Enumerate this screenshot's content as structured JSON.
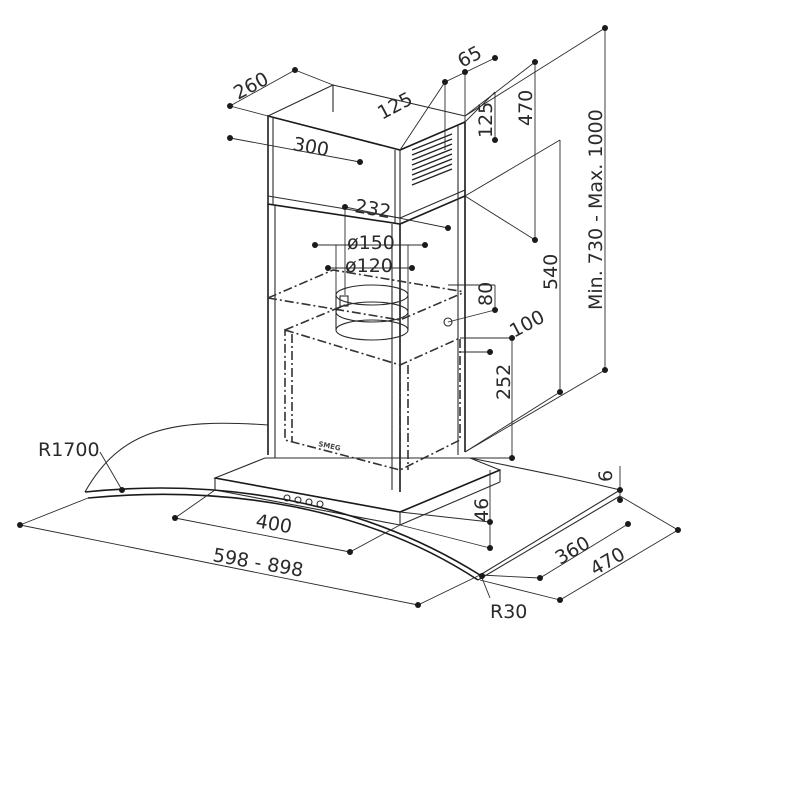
{
  "dimensions": {
    "chimney_depth": "260",
    "chimney_width": "300",
    "vent_offset": "125",
    "vent_width": "65",
    "vent_height": "125",
    "upper_chimney": "470",
    "outlet_offset": "232",
    "outlet_outer_diameter": "ø150",
    "outlet_inner_diameter": "ø120",
    "collar_height": "80",
    "motor_offset": "100",
    "body_height": "540",
    "total_height": "Min. 730 - Max. 1000",
    "motor_height": "252",
    "glass_radius": "R1700",
    "glass_thickness": "6",
    "hood_height": "46",
    "body_width": "400",
    "body_depth": "360",
    "canopy_depth": "470",
    "canopy_width": "598 - 898",
    "corner_radius": "R30"
  },
  "brand_plate": "SMEG"
}
